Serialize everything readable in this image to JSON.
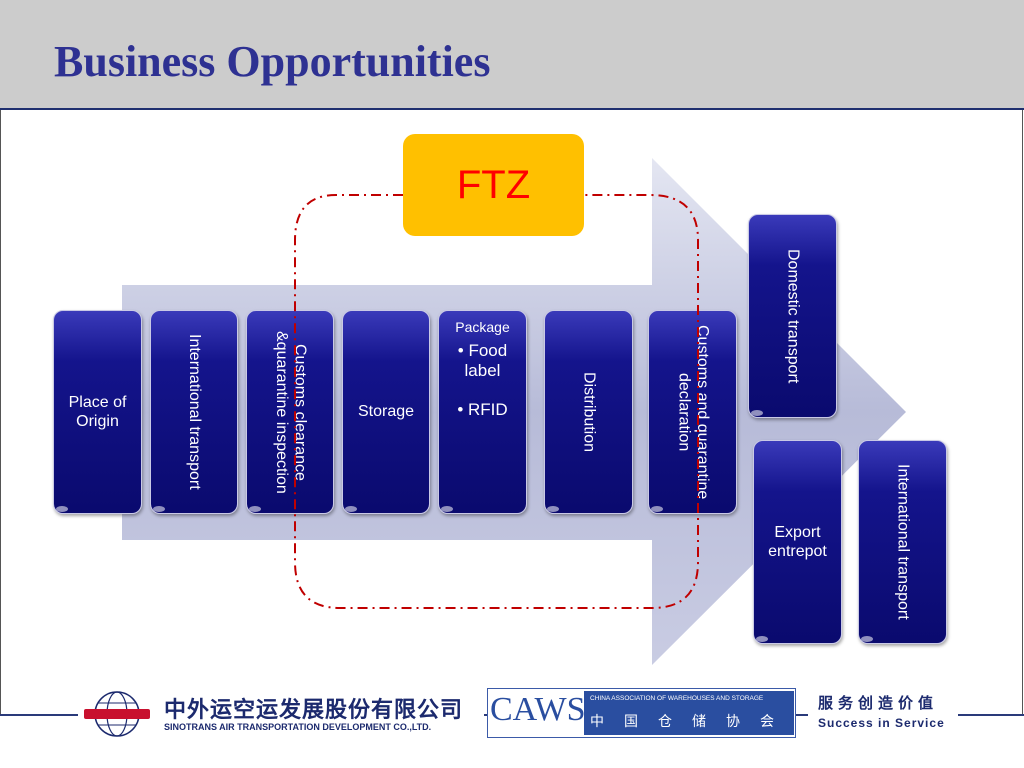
{
  "title": "Business Opportunities",
  "ftz_label": "FTZ",
  "chain": [
    {
      "label": "Place of Origin"
    },
    {
      "label": "International transport"
    },
    {
      "label": "Customs clearance &quarantine inspection"
    },
    {
      "label": "Storage"
    },
    {
      "heading": "Package",
      "bullet1": "• Food label",
      "bullet2": "• RFID"
    },
    {
      "label": "Distribution"
    },
    {
      "label": "Customs and quarantine declaration"
    }
  ],
  "branches": {
    "domestic": "Domestic transport",
    "export": "Export entrepot",
    "international": "International transport"
  },
  "footer": {
    "company_cn": "中外运空运发展股份有限公司",
    "company_en": "SINOTRANS AIR TRANSPORTATION DEVELOPMENT CO.,LTD.",
    "caws_logo": "CAWS",
    "caws_en": "CHINA ASSOCIATION OF WAREHOUSES AND STORAGE",
    "caws_cn": "中国仓储协会",
    "slogan_cn": "服务创造价值",
    "slogan_en": "Success in Service"
  },
  "colors": {
    "title": "#2e3192",
    "box_fill": "#0a0a6e",
    "ftz_fill": "#ffc000",
    "ftz_text": "#ff0000",
    "dash": "#c00000",
    "arrow": "#b9bdd9"
  },
  "icons": [
    "sinotrans-globe-logo"
  ]
}
